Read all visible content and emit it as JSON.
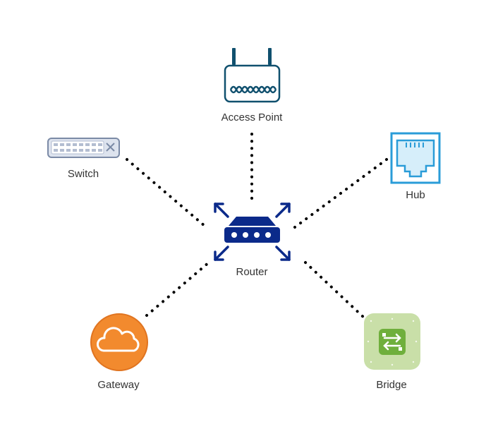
{
  "nodes": {
    "router": {
      "label": "Router",
      "icon": "router-icon",
      "color": "#0B2A8A"
    },
    "access_point": {
      "label": "Access Point",
      "icon": "access-point-icon",
      "color": "#10506E"
    },
    "switch": {
      "label": "Switch",
      "icon": "switch-icon",
      "color": "#7B8AA6"
    },
    "hub": {
      "label": "Hub",
      "icon": "hub-icon",
      "color": "#2A9CD8"
    },
    "gateway": {
      "label": "Gateway",
      "icon": "cloud-icon",
      "color": "#F28A2E"
    },
    "bridge": {
      "label": "Bridge",
      "icon": "bridge-icon",
      "color": "#7BB44A"
    }
  },
  "links": [
    {
      "from": "router",
      "to": "access_point"
    },
    {
      "from": "router",
      "to": "switch"
    },
    {
      "from": "router",
      "to": "hub"
    },
    {
      "from": "router",
      "to": "gateway"
    },
    {
      "from": "router",
      "to": "bridge"
    }
  ]
}
